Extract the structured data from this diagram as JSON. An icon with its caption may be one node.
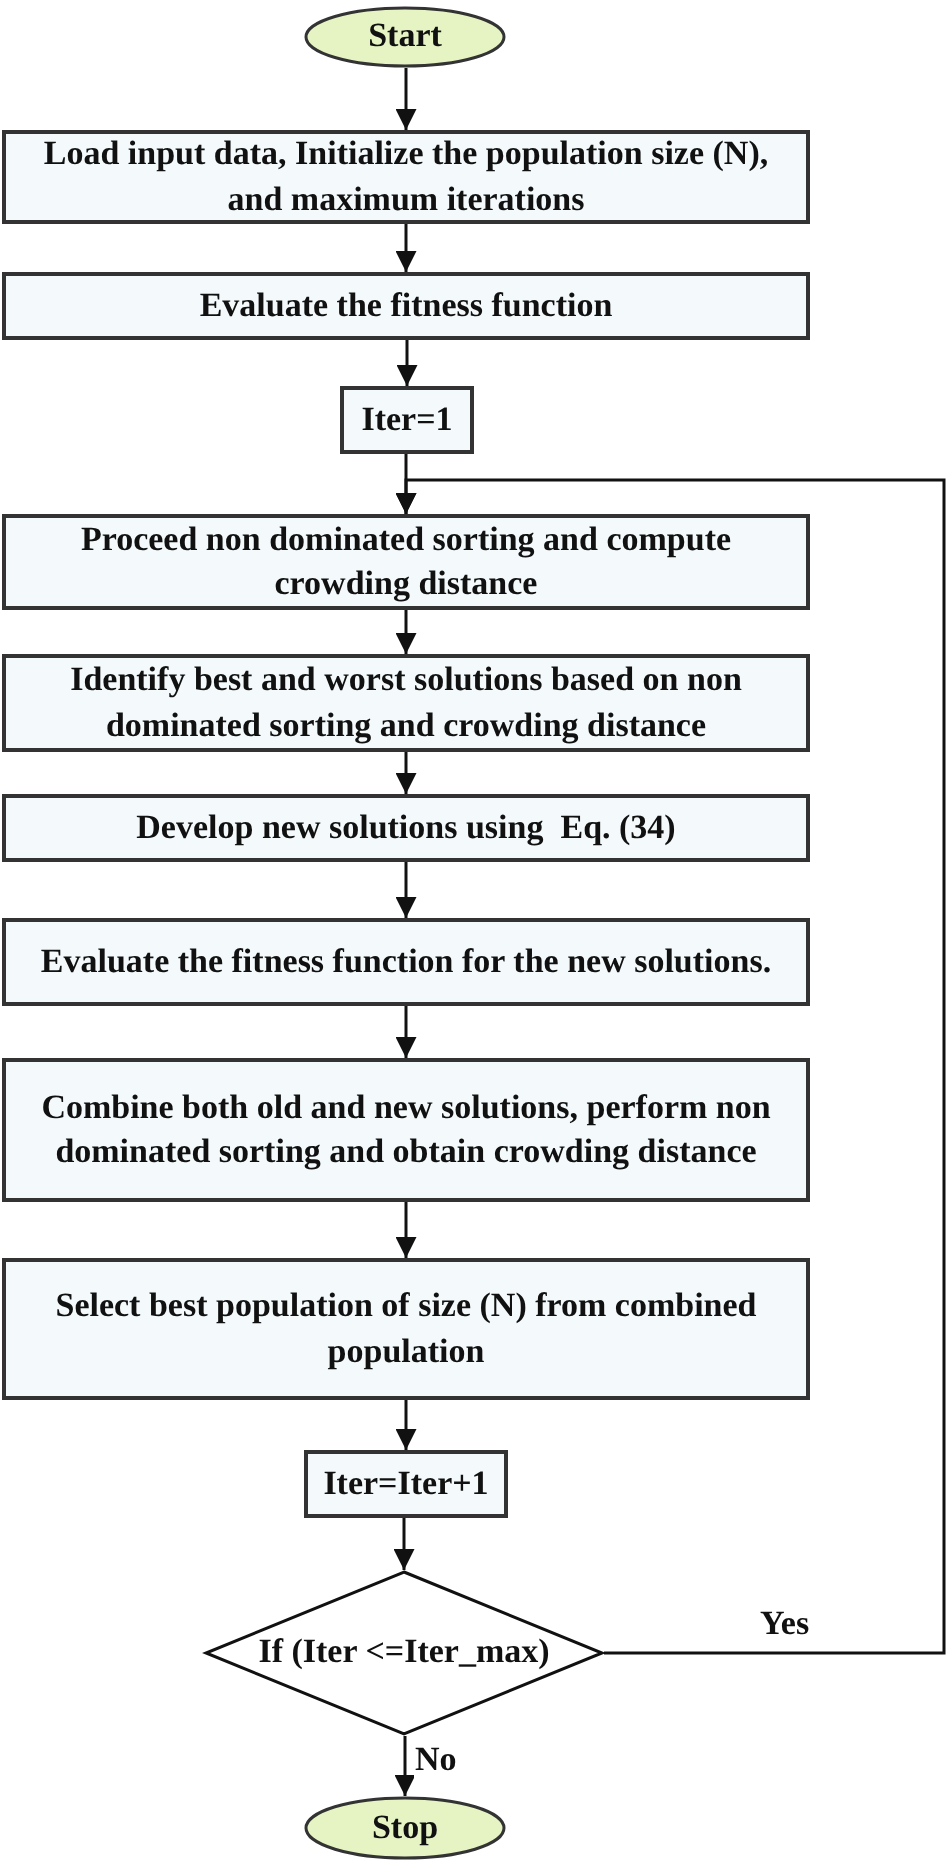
{
  "diagram": {
    "nodes": [
      {
        "text": [
          "Start"
        ]
      },
      {
        "text": [
          "Load input data, Initialize the population size (N), and maximum iterations"
        ]
      },
      {
        "text": [
          "Evaluate the fitness function"
        ]
      },
      {
        "text": [
          "Iter=1"
        ]
      },
      {
        "text": [
          "Proceed non dominated sorting and compute crowding distance"
        ]
      },
      {
        "text": [
          "Identify best and worst solutions based on non dominated sorting and crowding distance"
        ]
      },
      {
        "text": [
          "Develop new solutions using  Eq. (34)"
        ]
      },
      {
        "text": [
          "Evaluate the fitness function for the new solutions."
        ]
      },
      {
        "text": [
          "Combine both old and new solutions, perform non dominated sorting and obtain crowding distance"
        ]
      },
      {
        "text": [
          "Select best population of size (N) from combined population"
        ]
      },
      {
        "text": [
          "Iter=Iter+1"
        ]
      },
      {
        "text": [
          "If (Iter <=Iter_max)"
        ]
      },
      {
        "text": [
          "Stop"
        ]
      }
    ],
    "edges": [
      {
        "from": 0,
        "to": 1,
        "arrow": "to"
      },
      {
        "from": 1,
        "to": 2,
        "arrow": "to"
      },
      {
        "from": 2,
        "to": 3,
        "arrow": "to"
      },
      {
        "from": 3,
        "to": 4,
        "arrow": "to"
      },
      {
        "from": 4,
        "to": 5,
        "arrow": "to"
      },
      {
        "from": 5,
        "to": 6,
        "arrow": "to"
      },
      {
        "from": 6,
        "to": 7,
        "arrow": "to"
      },
      {
        "from": 7,
        "to": 8,
        "arrow": "to"
      },
      {
        "from": 8,
        "to": 9,
        "arrow": "to"
      },
      {
        "from": 9,
        "to": 10,
        "arrow": "to"
      },
      {
        "from": 10,
        "to": 11,
        "arrow": "to"
      },
      {
        "from": 11,
        "to": 4,
        "arrow": "to",
        "label": "Yes"
      },
      {
        "from": 11,
        "to": 12,
        "arrow": "to",
        "label": "No"
      }
    ]
  }
}
